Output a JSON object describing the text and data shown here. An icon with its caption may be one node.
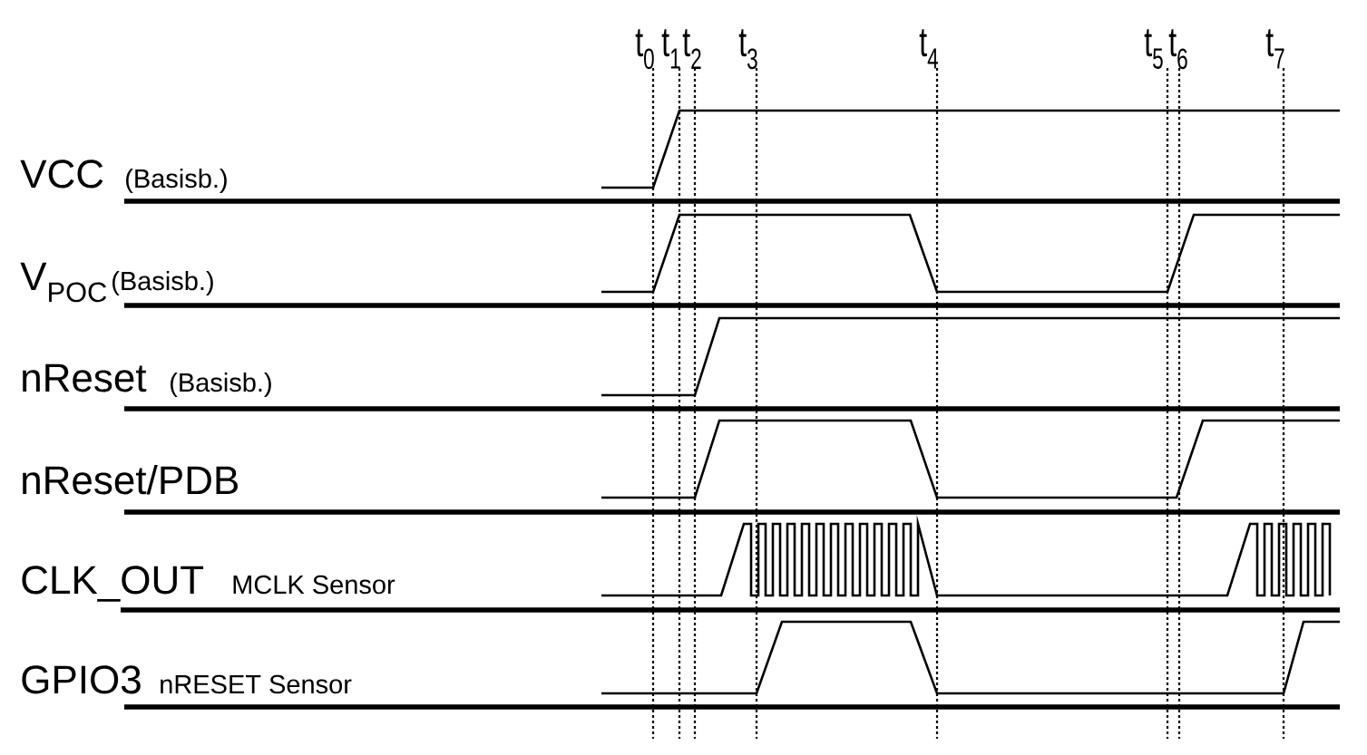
{
  "diagram": {
    "labels": [
      "t$_{0}$",
      "t$_{1}$",
      "t$_{2}$",
      "t$_{3}$",
      "t$_{4}$",
      "t$_{5}$",
      "t$_{6}$",
      "t$_{7}$",
      "VCC",
      "(Basisb.)",
      "V$_{POC}$",
      "(Basisb.)",
      "nReset",
      "(Basisb.)",
      "nReset/PDB",
      "CLK_OUT",
      "MCLK Sensor",
      "GPIO3",
      "nRESET Sensor"
    ]
  }
}
